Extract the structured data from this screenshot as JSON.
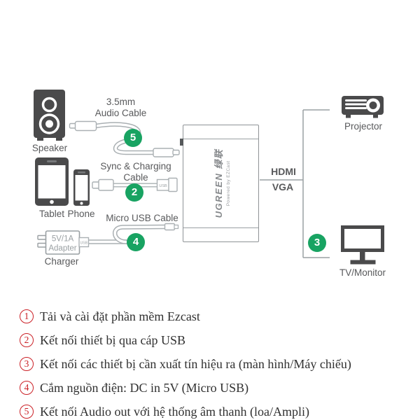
{
  "diagram": {
    "left_devices": {
      "speaker": {
        "label": "Speaker"
      },
      "tablet": {
        "label": "Tablet"
      },
      "phone": {
        "label": "Phone"
      },
      "charger": {
        "label": "Charger",
        "adapter_line1": "5V/1A",
        "adapter_line2": "Adapter",
        "port_text": "USB"
      }
    },
    "cables": {
      "audio": {
        "label_line1": "3.5mm",
        "label_line2": "Audio Cable",
        "badge": "5"
      },
      "sync": {
        "label_line1": "Sync & Charging",
        "label_line2": "Cable",
        "badge": "2",
        "plug_text": "USB"
      },
      "micro_usb": {
        "label": "Micro USB Cable",
        "badge": "4"
      }
    },
    "device_box": {
      "brand": "UGREEN 绿联",
      "powered_by": "Powered by EZCast"
    },
    "outputs": {
      "hdmi_label": "HDMI",
      "vga_label": "VGA",
      "badge": "3",
      "projector": {
        "label": "Projector"
      },
      "tv": {
        "label": "TV/Monitor"
      }
    }
  },
  "steps": [
    {
      "num": "1",
      "text": "Tải và cài đặt phần mềm Ezcast"
    },
    {
      "num": "2",
      "text": "Kết nối thiết bị qua cáp USB"
    },
    {
      "num": "3",
      "text": "Kết nối các thiết bị cần xuất tín hiệu ra (màn hình/Máy chiếu)"
    },
    {
      "num": "4",
      "text": "Cắm nguồn điện: DC in 5V (Micro USB)"
    },
    {
      "num": "5",
      "text": "Kết nối Audio out với hệ thống âm thanh (loa/Ampli)"
    }
  ],
  "colors": {
    "accent_green": "#18a362",
    "accent_red": "#cb2127",
    "icon_gray": "#4a4a4b",
    "label_gray": "#58595b",
    "line_gray": "#9aa0a3"
  }
}
